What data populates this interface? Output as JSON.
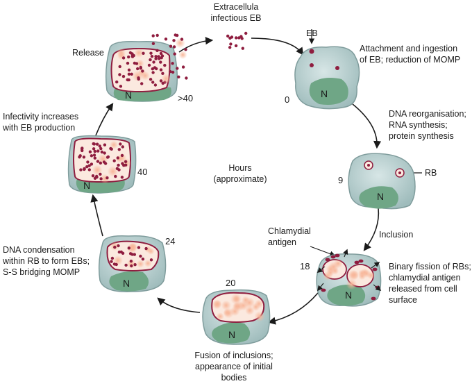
{
  "labels": {
    "extracellular": "Extracellula\ninfectious EB",
    "release": "Release",
    "eb": "EB",
    "attachment": "Attachment and ingestion\nof EB; reduction of MOMP",
    "dna_reorg": "DNA reorganisation;\nRNA synthesis;\nprotein synthesis",
    "rb": "RB",
    "hours": "Hours\n(approximate)",
    "inclusion": "Inclusion",
    "chlamydial_antigen": "Chlamydial\nantigen",
    "binary_fission": "Binary fission of RBs;\nchlamydial antigen\nreleased from cell\nsurface",
    "fusion": "Fusion of inclusions;\nappearance of initial\nbodies",
    "dna_condensation": "DNA condensation\nwithin RB to form EBs;\nS-S bridging MOMP",
    "infectivity": "Infectivity increases\nwith EB production"
  },
  "time_points": {
    "t0": "0",
    "t9": "9",
    "t18": "18",
    "t20": "20",
    "t24": "24",
    "t40": "40",
    "t40plus": ">40"
  },
  "nucleus_label": "N",
  "colors": {
    "cell_fill": "#b4cccc",
    "cell_stroke": "#7f9c9c",
    "nucleus_fill": "#6fa686",
    "eb_dot": "#8f1d3f",
    "inclusion_stroke": "#8f1d3f",
    "inclusion_fill": "#fbe9df",
    "rb_fill": "#f2a07c",
    "arrow": "#1a1a1a"
  }
}
